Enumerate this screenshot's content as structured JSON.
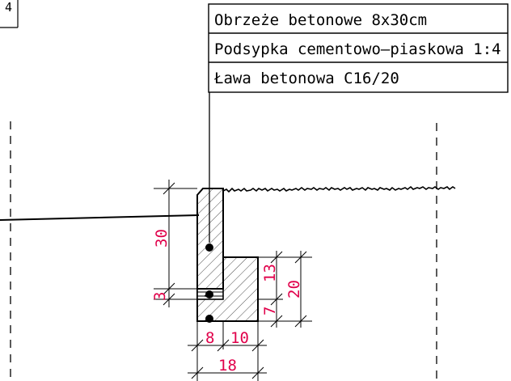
{
  "legend": {
    "rows": [
      {
        "text": "Obrzeże betonowe 8x30cm"
      },
      {
        "text": "Podsypka cementowo–piaskowa 1:4"
      },
      {
        "text": "Ława betonowa C16/20"
      }
    ]
  },
  "corner_fragment": {
    "text": "4"
  },
  "dimensions": {
    "curb_height": "30",
    "bedding_thickness": "3",
    "bench_height": "13",
    "bench_lower": "7",
    "bench_total": "20",
    "curb_width": "8",
    "bench_ledge": "10",
    "bench_width": "18"
  },
  "colors": {
    "line": "#000000",
    "dimension": "#e0004a",
    "hatch": "#000000",
    "background": "#ffffff"
  }
}
